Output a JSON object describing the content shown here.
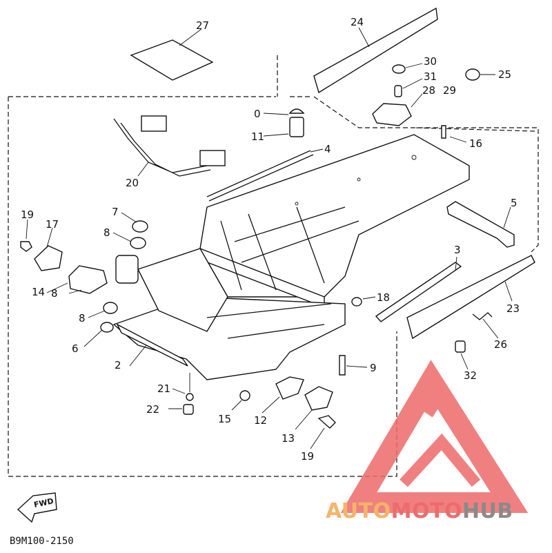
{
  "diagram": {
    "code": "B9M100-2150",
    "fwd_label": "FWD",
    "callouts": [
      {
        "id": "c1",
        "label": "27"
      },
      {
        "id": "c2",
        "label": "24"
      },
      {
        "id": "c3",
        "label": "30"
      },
      {
        "id": "c4",
        "label": "31"
      },
      {
        "id": "c5",
        "label": "28"
      },
      {
        "id": "c6",
        "label": "29"
      },
      {
        "id": "c7",
        "label": "25"
      },
      {
        "id": "c8",
        "label": "0"
      },
      {
        "id": "c9",
        "label": "11"
      },
      {
        "id": "c10",
        "label": "16"
      },
      {
        "id": "c11",
        "label": "4"
      },
      {
        "id": "c12",
        "label": "20"
      },
      {
        "id": "c13",
        "label": "5"
      },
      {
        "id": "c14",
        "label": "19"
      },
      {
        "id": "c15",
        "label": "17"
      },
      {
        "id": "c16",
        "label": "7"
      },
      {
        "id": "c17",
        "label": "8"
      },
      {
        "id": "c18",
        "label": "3"
      },
      {
        "id": "c19",
        "label": "14"
      },
      {
        "id": "c20",
        "label": "8"
      },
      {
        "id": "c21",
        "label": "8"
      },
      {
        "id": "c22",
        "label": "18"
      },
      {
        "id": "c23",
        "label": "23"
      },
      {
        "id": "c24",
        "label": "6"
      },
      {
        "id": "c25",
        "label": "26"
      },
      {
        "id": "c26",
        "label": "2"
      },
      {
        "id": "c27",
        "label": "9"
      },
      {
        "id": "c28",
        "label": "32"
      },
      {
        "id": "c29",
        "label": "21"
      },
      {
        "id": "c30",
        "label": "22"
      },
      {
        "id": "c31",
        "label": "15"
      },
      {
        "id": "c32",
        "label": "12"
      },
      {
        "id": "c33",
        "label": "13"
      },
      {
        "id": "c34",
        "label": "19"
      }
    ]
  },
  "watermark": {
    "brand_part1": "AUTO",
    "brand_part2": "MOTO",
    "brand_part3": "HUB",
    "color_orange": "#f5b46a",
    "color_red": "#ee6b6b",
    "color_gray": "#8a8a8a"
  }
}
